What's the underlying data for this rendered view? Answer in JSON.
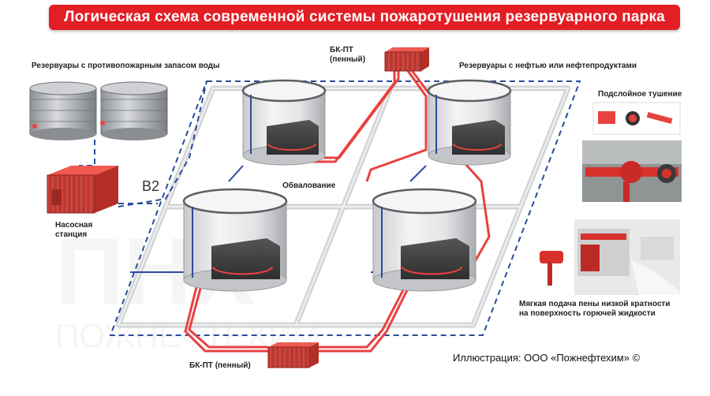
{
  "title": "Логическая схема современной системы пожаротушения резервуарного парка",
  "labels": {
    "water_tanks": "Резервуары с противопожарным запасом воды",
    "oil_tanks": "Резервуары с нефтью или нефтепродуктами",
    "bk_pt_top": "БК-ПТ\n(пенный)",
    "bk_pt_bottom": "БК-ПТ (пенный)",
    "subsurface": "Подслойное тушение",
    "embankment": "Обвалование",
    "b2": "В2",
    "pump_station": "Насосная\nстанция",
    "soft_foam": "Мягкая подача пены низкой кратности\nна поверхность горючей жидкости",
    "credit": "Иллюстрация: ООО «Пожнефтехим» ©"
  },
  "colors": {
    "title_bg": "#e31e24",
    "title_text": "#ffffff",
    "foam_pipe": "#e8423f",
    "water_pipe": "#2b4c9c",
    "embankment": "#d9dadd"
  },
  "icons": {
    "pump_station": "red-container-icon",
    "foam_unit": "red-container-icon",
    "tank": "cylindrical-tank-icon"
  }
}
